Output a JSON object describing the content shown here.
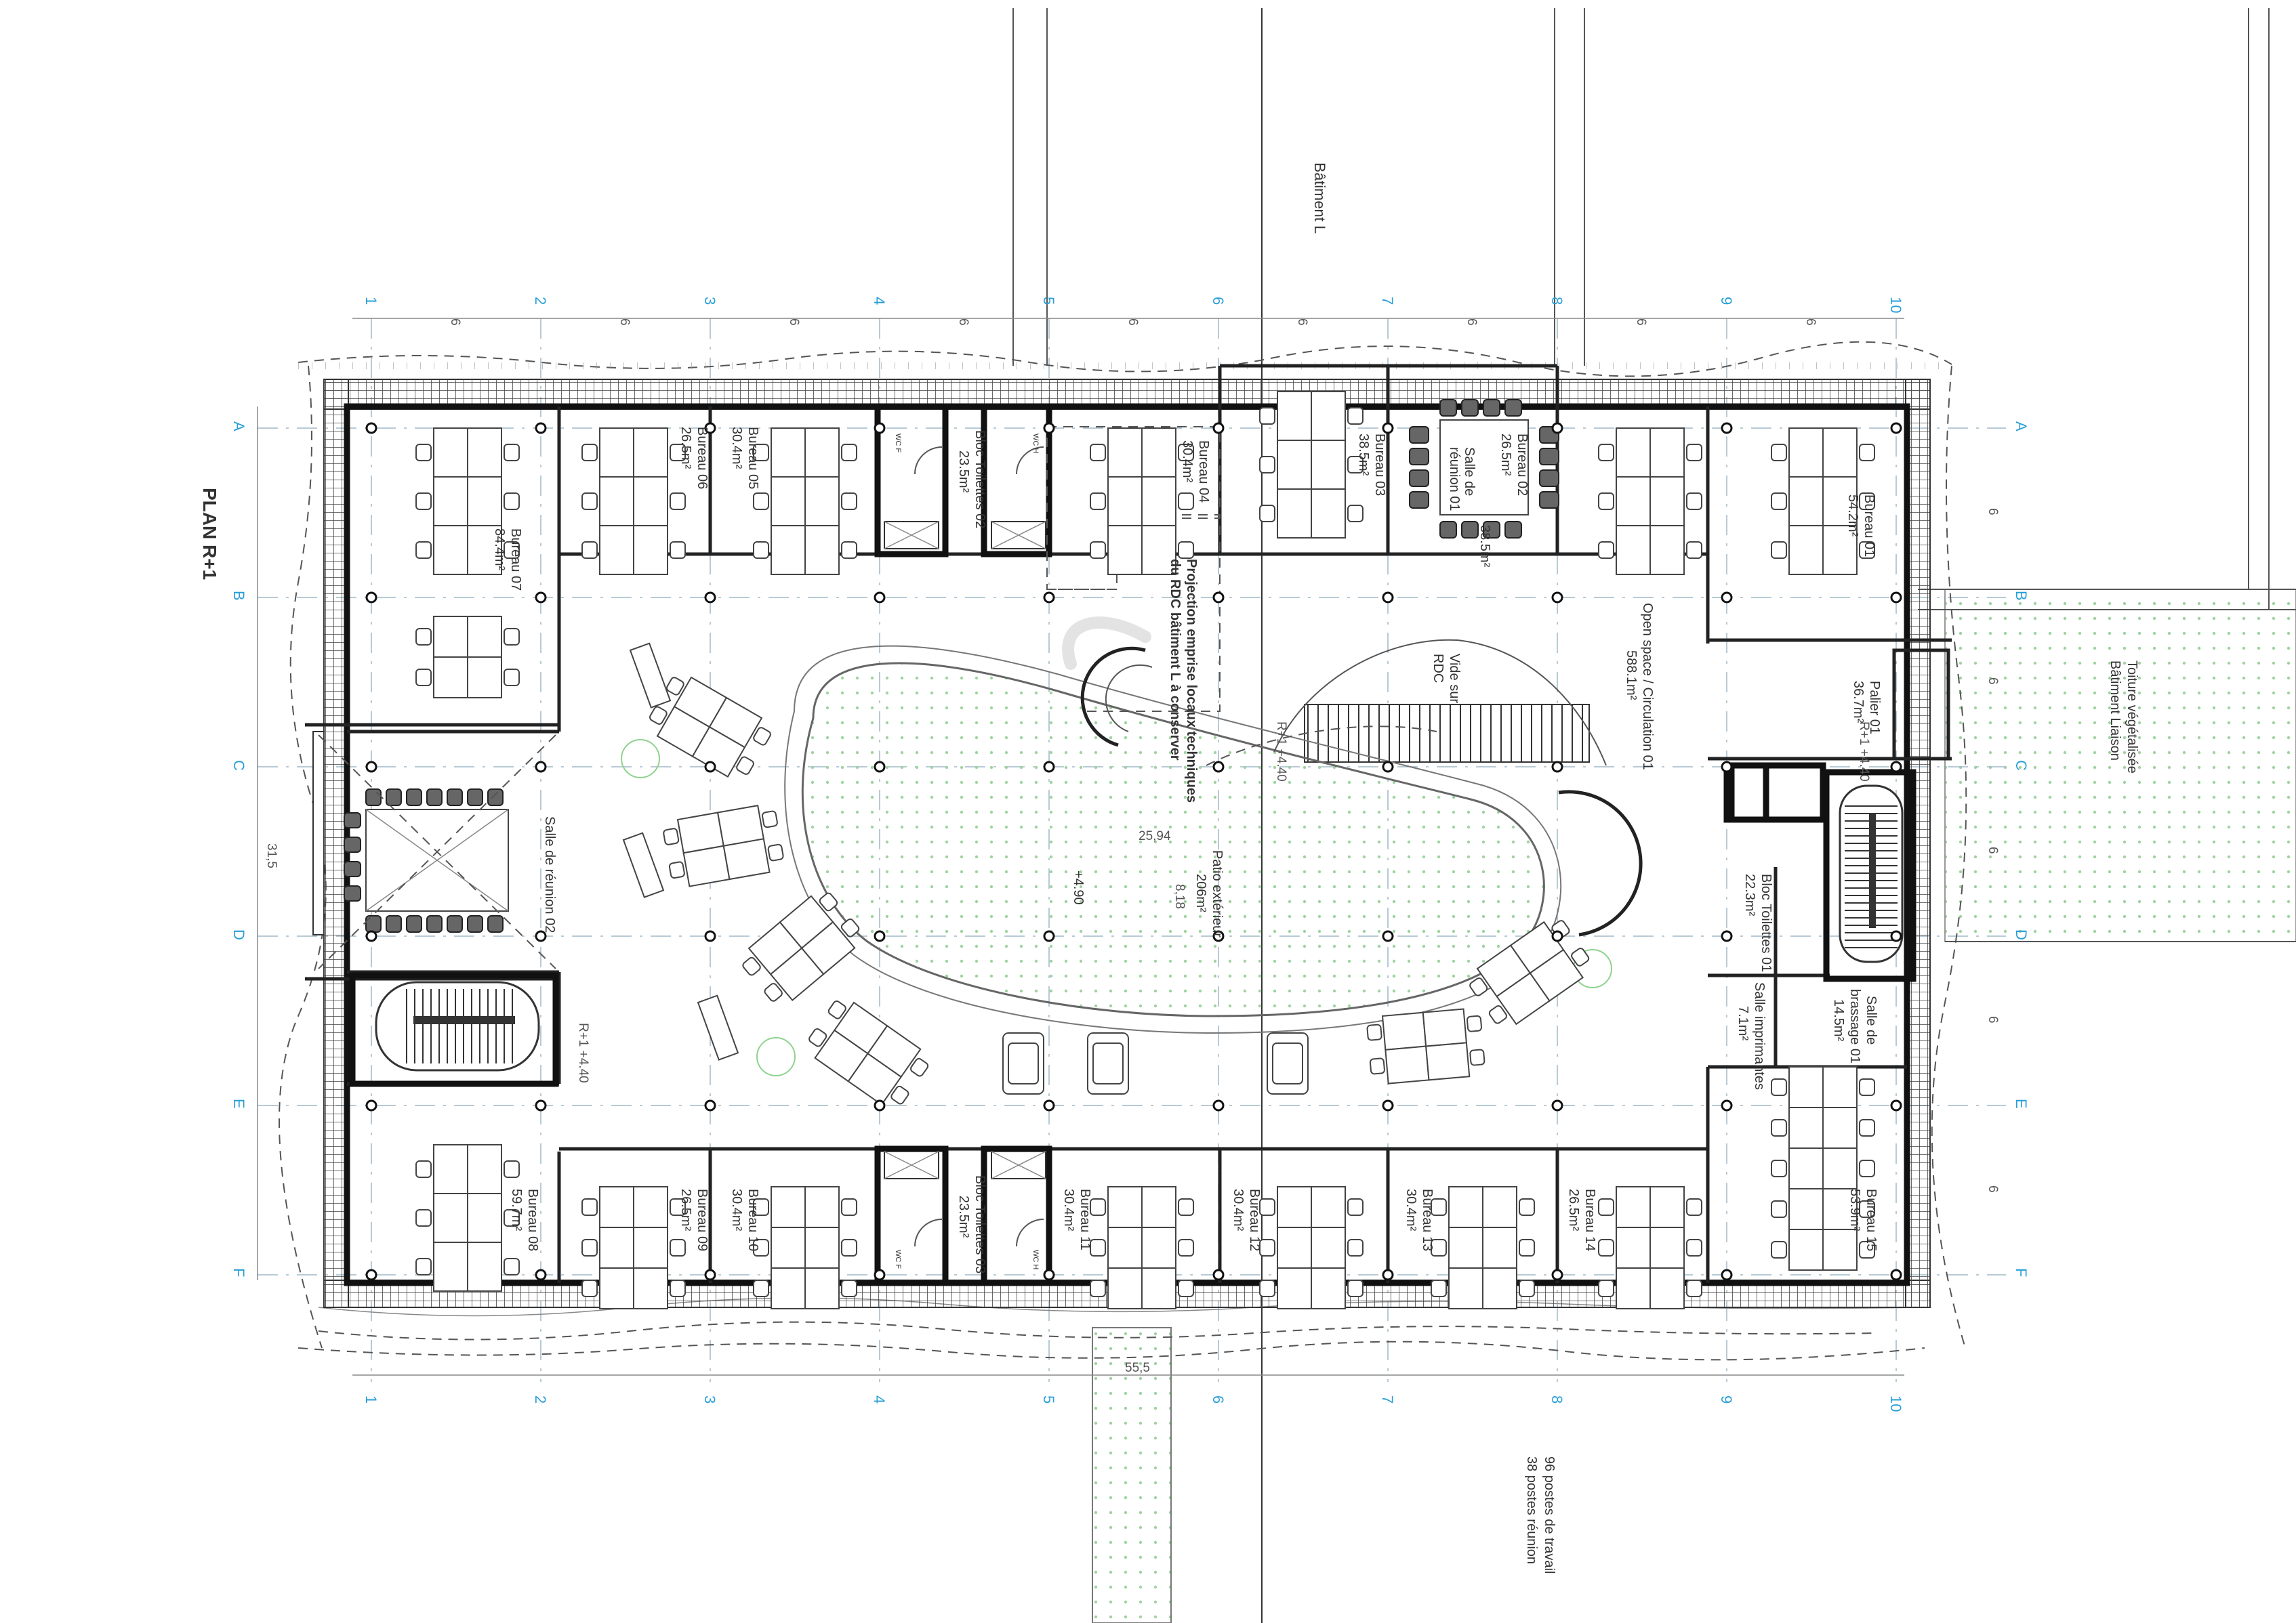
{
  "plan": {
    "title": "PLAN R+1",
    "building_label": "Bâtiment L",
    "liaison_label": [
      "Bâtiment Liaison",
      "Toiture végétalisée"
    ],
    "projection_note": [
      "Projection emprise locaux techniques",
      "du RDC bâtiment L à conserver"
    ],
    "summary": [
      "96 postes de travail",
      "38 postes réunion"
    ],
    "patio_level": "+4.90",
    "dims_overall": {
      "height": "31,5",
      "width": "55,5",
      "patio_w": "25,94",
      "patio_h": "8,18"
    },
    "level_marks": [
      "R+1 +4.40",
      "R+1 +4.40",
      "R+1 +4.40"
    ]
  },
  "grid": {
    "columns": [
      "1",
      "2",
      "3",
      "4",
      "5",
      "6",
      "7",
      "8",
      "9",
      "10"
    ],
    "rows": [
      "A",
      "B",
      "C",
      "D",
      "E",
      "F"
    ],
    "col_spacing": "6",
    "row_spacing": "6"
  },
  "rooms": {
    "bureau_01": [
      "Bureau 01",
      "54.2m²"
    ],
    "bureau_02": [
      "Bureau 02",
      "26.5m²"
    ],
    "bureau_03": [
      "Bureau 03",
      "38.5m²"
    ],
    "bureau_04": [
      "Bureau 04",
      "30.4m²"
    ],
    "bureau_05": [
      "Bureau 05",
      "30.4m²"
    ],
    "bureau_06": [
      "Bureau 06",
      "26.5m²"
    ],
    "bureau_07": [
      "Bureau 07",
      "84.4m²"
    ],
    "bureau_08": [
      "Bureau 08",
      "59.7m²"
    ],
    "bureau_09": [
      "Bureau 09",
      "26.5m²"
    ],
    "bureau_10": [
      "Bureau 10",
      "30.4m²"
    ],
    "bureau_11": [
      "Bureau 11",
      "30.4m²"
    ],
    "bureau_12": [
      "Bureau 12",
      "30.4m²"
    ],
    "bureau_13": [
      "Bureau 13",
      "30.4m²"
    ],
    "bureau_14": [
      "Bureau 14",
      "26.5m²"
    ],
    "bureau_15": [
      "Bureau 15",
      "53.9m²"
    ],
    "salle_reunion_01": [
      "Salle de",
      "réunion 01",
      "38.5m²"
    ],
    "salle_reunion_02": [
      "Salle de réunion 02"
    ],
    "bloc_toilettes_01": [
      "Bloc Toilettes 01",
      "22.3m²"
    ],
    "bloc_toilettes_02": [
      "Bloc Toilettes 02",
      "23.5m²"
    ],
    "bloc_toilettes_03": [
      "Bloc Toilettes 03",
      "23.5m²"
    ],
    "palier_01": [
      "Palier 01",
      "36.7m²"
    ],
    "salle_imprimantes": [
      "Salle imprimantes",
      "7.1m²"
    ],
    "salle_brassage": [
      "Salle de",
      "brassage 01",
      "14.5m²"
    ],
    "open_space": [
      "Open space / Circulation 01",
      "588.1m²"
    ],
    "vide_rdc": [
      "Vide sur",
      "RDC"
    ],
    "patio": [
      "Patio extérieur",
      "206m²"
    ],
    "wc_f": "WC F",
    "wc_h": "WC H"
  }
}
